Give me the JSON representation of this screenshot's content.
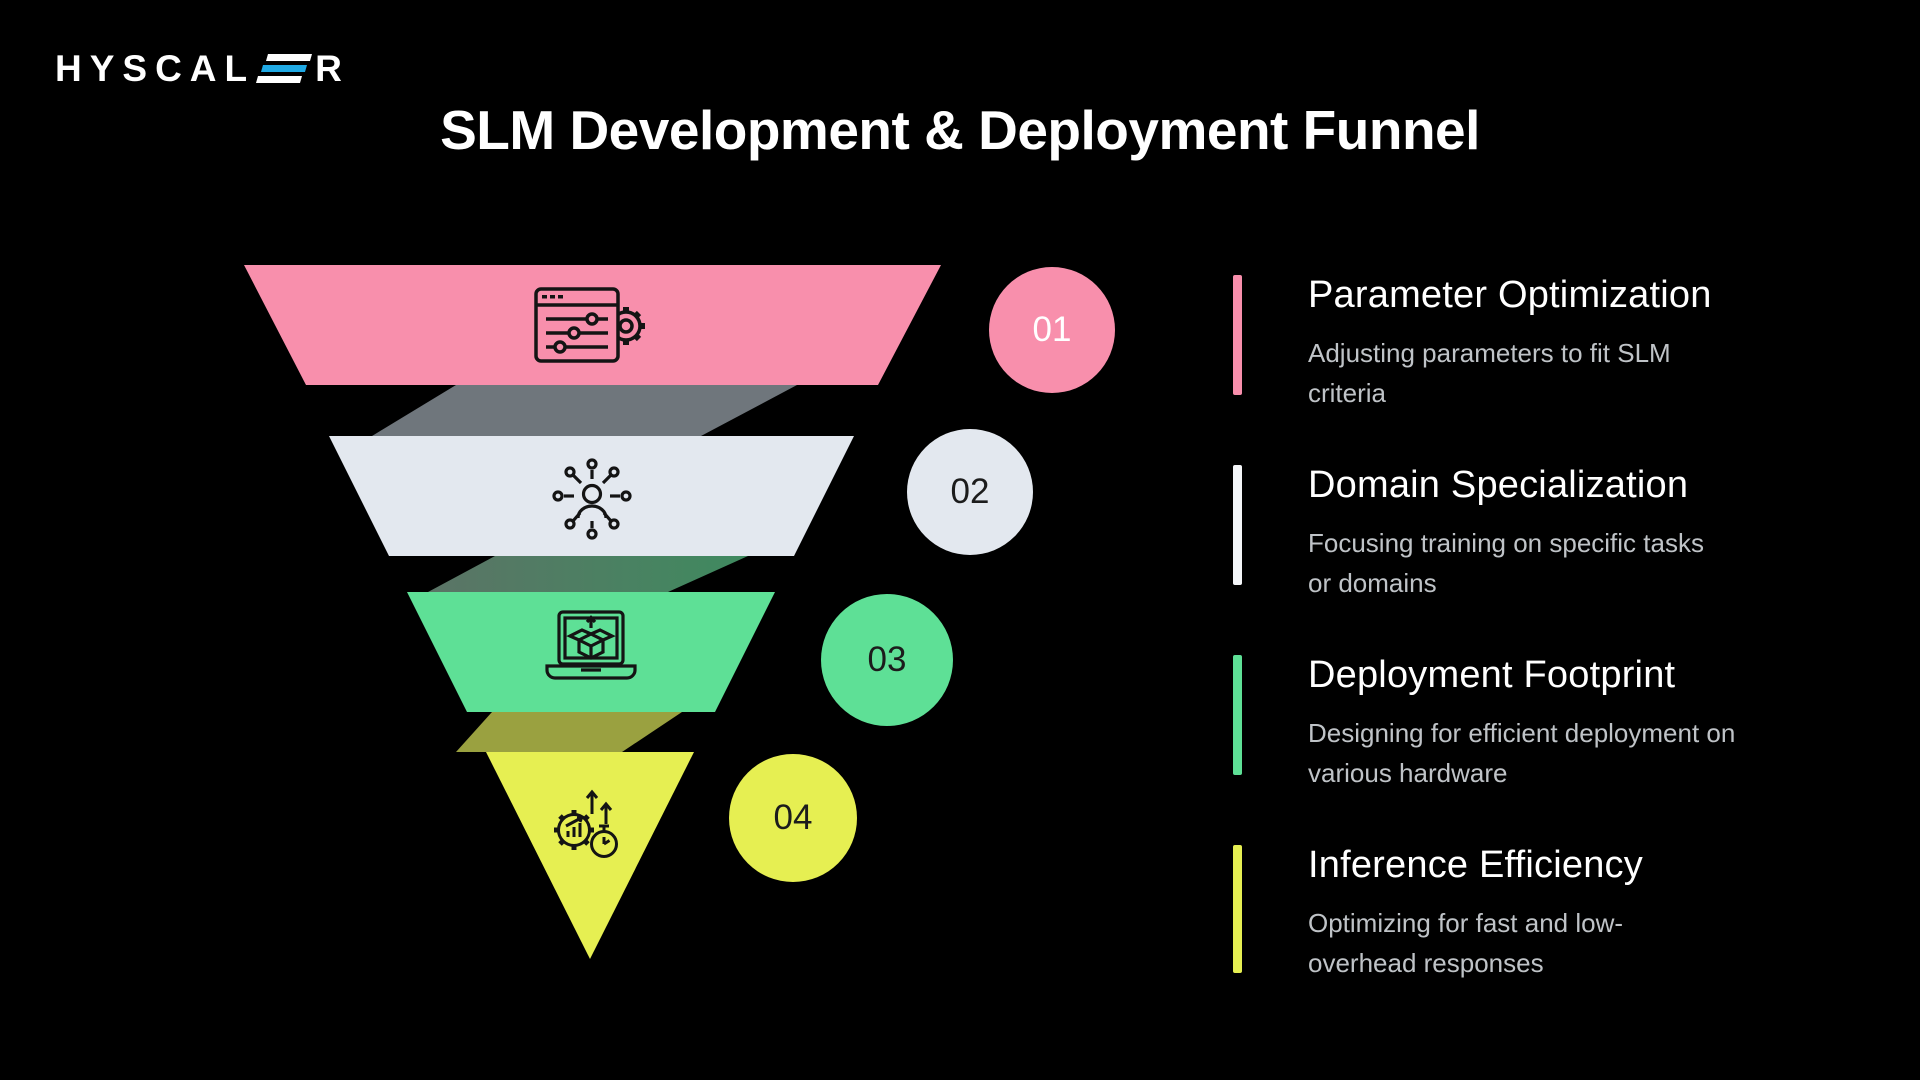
{
  "logo": {
    "name": "HYSCALER",
    "text_before_e": "HYSCAL",
    "text_after_e": "R",
    "accent_color": "#1FA9E4"
  },
  "title": "SLM Development & Deployment Funnel",
  "funnel": {
    "stages": [
      {
        "number": "01",
        "color": "#F88FAC",
        "icon": "window-sliders-gear-icon"
      },
      {
        "number": "02",
        "color": "#E3E8EF",
        "icon": "person-network-icon"
      },
      {
        "number": "03",
        "color": "#5EE096",
        "icon": "laptop-package-icon"
      },
      {
        "number": "04",
        "color": "#E6EF52",
        "icon": "gear-chart-stopwatch-icon"
      }
    ],
    "connector_colors": [
      "#6F767C",
      "#4C8462",
      "#9AA140"
    ],
    "background": "#000000"
  },
  "details": [
    {
      "number": "01",
      "accent": "#F88FAC",
      "title": "Parameter Optimization",
      "desc_line1": "Adjusting parameters to fit SLM",
      "desc_line2": "criteria"
    },
    {
      "number": "02",
      "accent": "#F4F6F9",
      "title": "Domain Specialization",
      "desc_line1": "Focusing training on specific tasks",
      "desc_line2": "or domains"
    },
    {
      "number": "03",
      "accent": "#5EE096",
      "title": "Deployment Footprint",
      "desc_line1": "Designing for efficient deployment on",
      "desc_line2": "various hardware"
    },
    {
      "number": "04",
      "accent": "#E6EF52",
      "title": "Inference Efficiency",
      "desc_line1": "Optimizing for fast and low-",
      "desc_line2": "overhead responses"
    }
  ]
}
